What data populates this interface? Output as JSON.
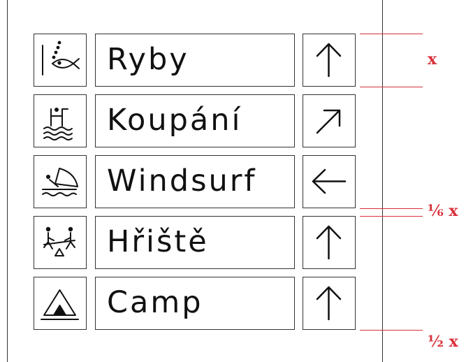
{
  "colors": {
    "sign_stroke": "#333333",
    "text": "#111111",
    "annotation": "#d9303a"
  },
  "rows": [
    {
      "label": "Ryby",
      "icon": "fishing-icon",
      "arrow": "arrow-up-icon"
    },
    {
      "label": "Koupání",
      "icon": "swimming-icon",
      "arrow": "arrow-up-right-icon"
    },
    {
      "label": "Windsurf",
      "icon": "windsurf-icon",
      "arrow": "arrow-left-icon"
    },
    {
      "label": "Hřiště",
      "icon": "playground-icon",
      "arrow": "arrow-up-icon"
    },
    {
      "label": "Camp",
      "icon": "camp-tent-icon",
      "arrow": "arrow-up-icon"
    }
  ],
  "annotations": {
    "row_height": "x",
    "gap": "⅙ x",
    "margin": "½ x"
  }
}
